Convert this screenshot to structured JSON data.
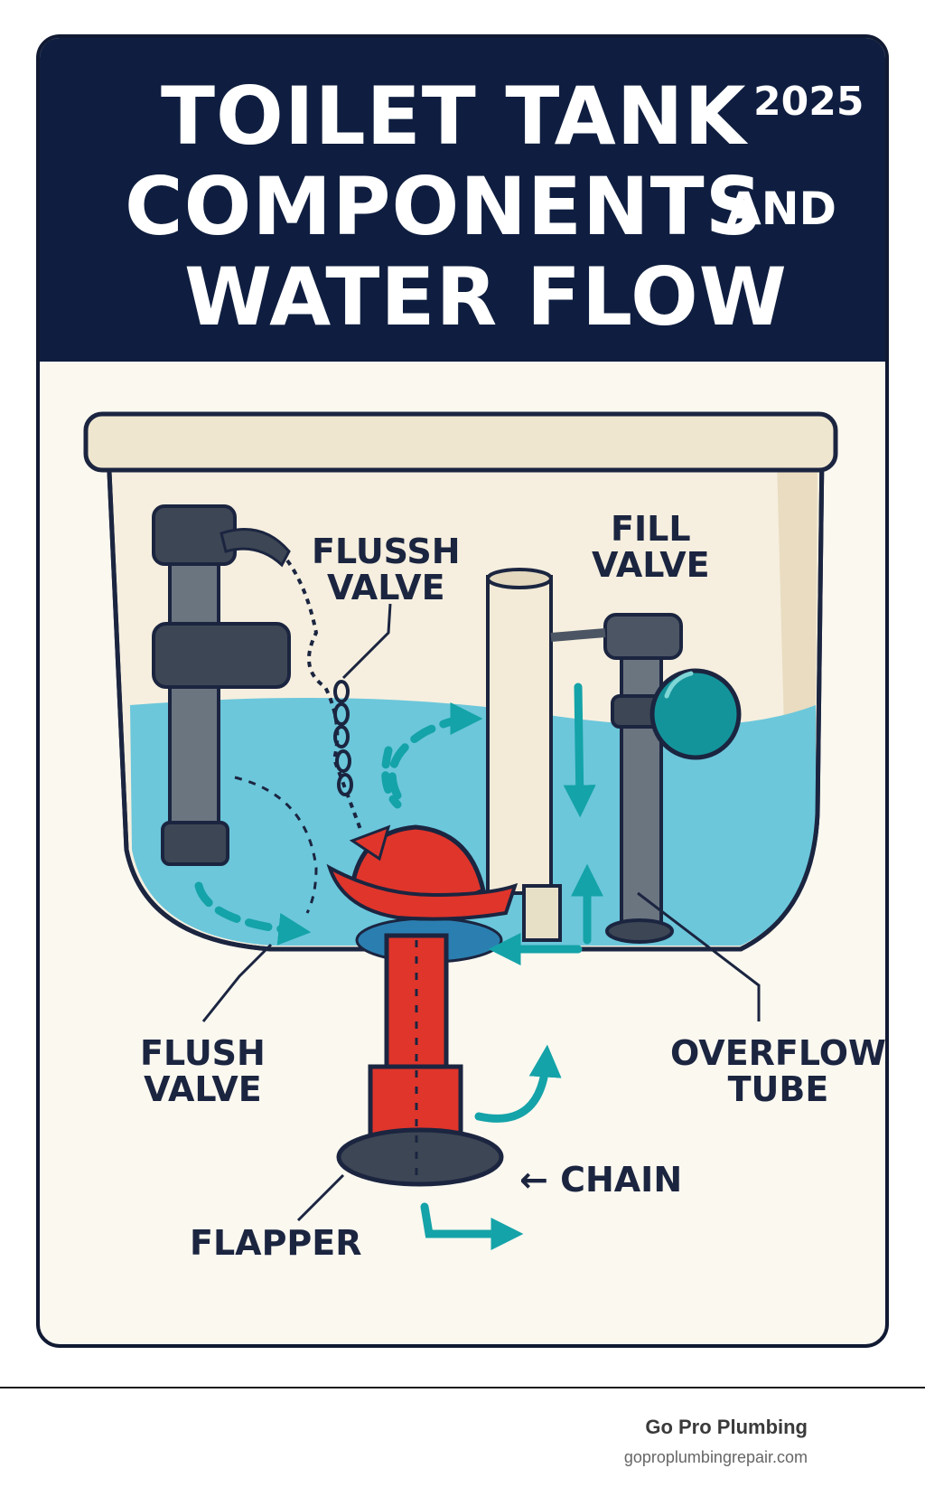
{
  "header": {
    "title_line1": "TOILET TANK",
    "title_line2": "COMPONENTS",
    "title_line2_suffix": "AND",
    "title_line3": "WATER FLOW",
    "year": "2025"
  },
  "labels": {
    "flussh_valve": [
      "FLUSSH",
      "VALVE"
    ],
    "fill_valve": [
      "FILL",
      "VALVE"
    ],
    "flush_valve": [
      "FLUSH",
      "VALVE"
    ],
    "overflow_tube": [
      "OVERFLOW",
      "TUBE"
    ],
    "chain": "CHAIN",
    "chain_arrow": "←",
    "flapper": "FLAPPER"
  },
  "footer": {
    "brand": "Go Pro Plumbing",
    "url": "goproplumbingrepair.com"
  },
  "colors": {
    "navy": "#0f1e40",
    "water": "#6cc7db",
    "flow_arrow": "#14a3a8",
    "flapper_red": "#e0352b",
    "tank": "#f6efdf",
    "lid": "#efe6cf",
    "fill_valve_gray": "#6b7580",
    "float_ball": "#13949a"
  }
}
